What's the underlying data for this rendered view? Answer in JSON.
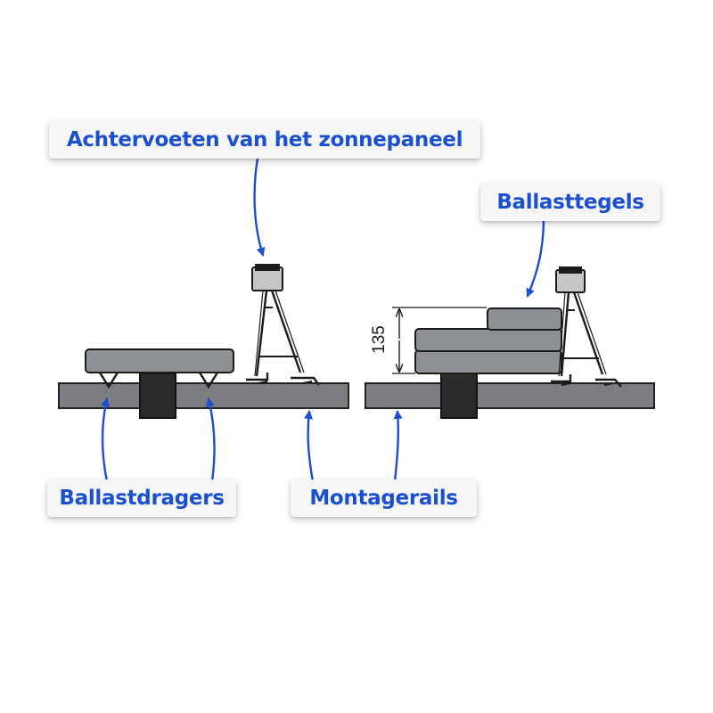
{
  "labels": {
    "panel_rear_feet": "Achtervoeten van het zonnepaneel",
    "ballast_tiles": "Ballasttegels",
    "ballast_carriers": "Ballastdragers",
    "mounting_rails": "Montagerails"
  },
  "dimension": {
    "height_value": "135"
  },
  "colors": {
    "label_text": "#1a4fd0",
    "label_background": "#f6f6f7",
    "arrow": "#1a4fd0",
    "rail": "#7b7d80",
    "block": "#8e9194",
    "line": "#1b1b1b"
  }
}
